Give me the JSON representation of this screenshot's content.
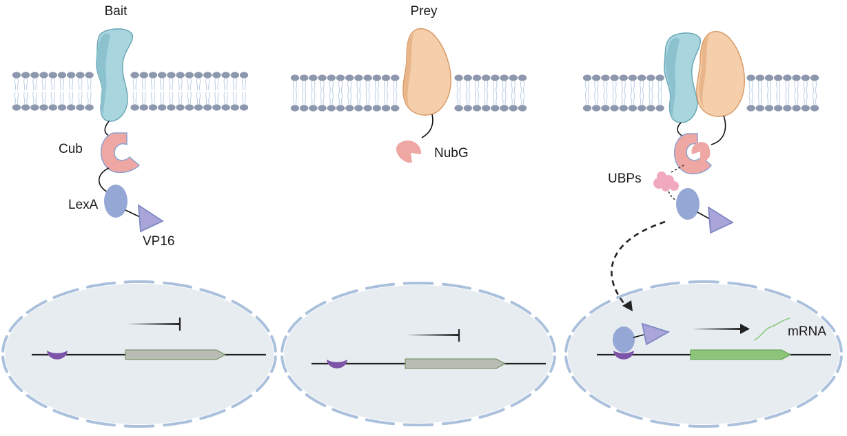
{
  "panels": [
    {
      "title": "Bait"
    },
    {
      "title": "Prey"
    },
    {
      "title": ""
    }
  ],
  "labels": {
    "cub": "Cub",
    "lexa": "LexA",
    "vp16": "VP16",
    "nubg": "NubG",
    "ubps": "UBPs",
    "mrna": "mRNA"
  },
  "colors": {
    "bait_protein": "#a9d5df",
    "prey_protein": "#f5cfac",
    "cub": "#eea7a3",
    "nub": "#eea7a3",
    "lexa": "#95a7d4",
    "vp16": "#a9a5d8",
    "membrane_head": "#8d97ad",
    "nucleus_fill": "#e7ecf1",
    "nucleus_border": "#aac0dc",
    "operator": "#7d55a8",
    "gene_inactive": "#b8bcb3",
    "gene_active": "#8cc47a",
    "mrna": "#86c778"
  }
}
